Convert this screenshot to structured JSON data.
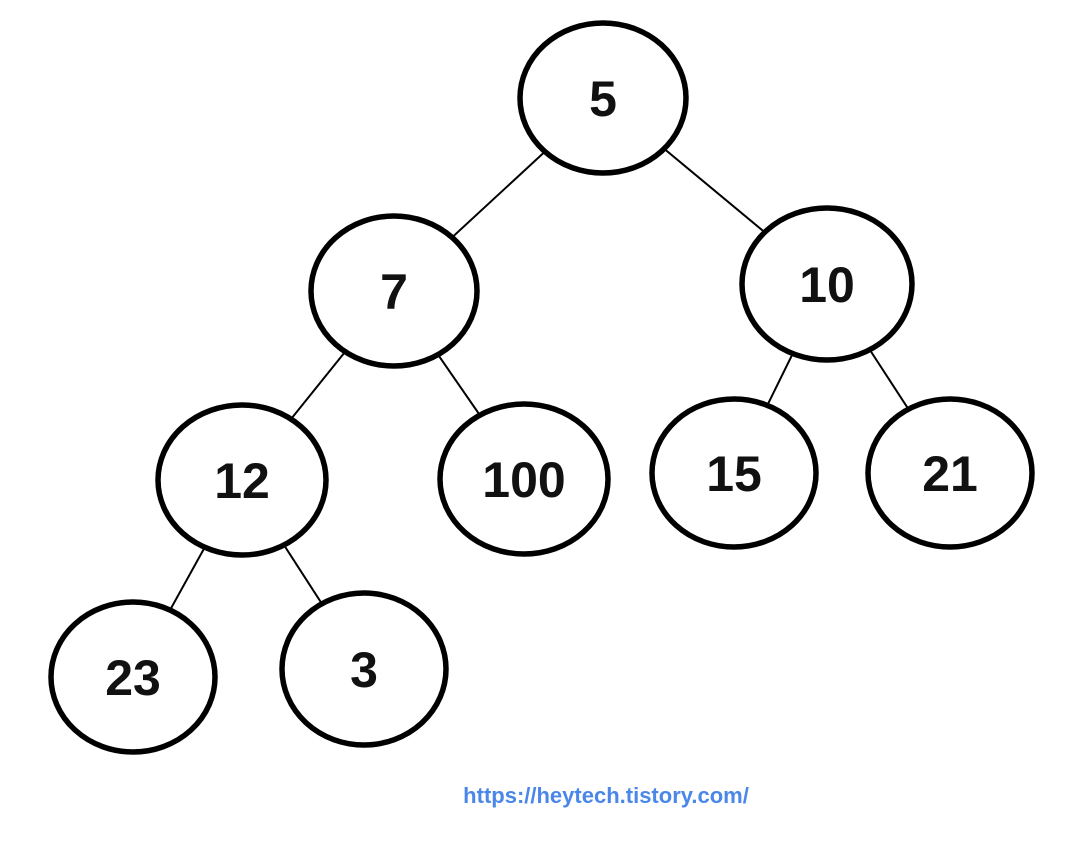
{
  "diagram": {
    "type": "binary-tree",
    "nodes": [
      {
        "label": "5",
        "highlighted": false
      },
      {
        "label": "7",
        "highlighted": false
      },
      {
        "label": "10",
        "highlighted": false
      },
      {
        "label": "12",
        "highlighted": false
      },
      {
        "label": "100",
        "highlighted": false
      },
      {
        "label": "15",
        "highlighted": false
      },
      {
        "label": "21",
        "highlighted": false
      },
      {
        "label": "23",
        "highlighted": false
      },
      {
        "label": "3",
        "highlighted": true
      }
    ],
    "edges": [
      [
        "5",
        "7"
      ],
      [
        "5",
        "10"
      ],
      [
        "7",
        "12"
      ],
      [
        "7",
        "100"
      ],
      [
        "10",
        "15"
      ],
      [
        "10",
        "21"
      ],
      [
        "12",
        "23"
      ],
      [
        "12",
        "3"
      ]
    ],
    "colors": {
      "node_fill": "#ffffff",
      "node_stroke": "#000000",
      "highlight_fill": "#4a90e8",
      "label_text": "#111111"
    }
  },
  "footer": {
    "link_text": "https://heytech.tistory.com/",
    "link_color": "#4a87e8"
  }
}
